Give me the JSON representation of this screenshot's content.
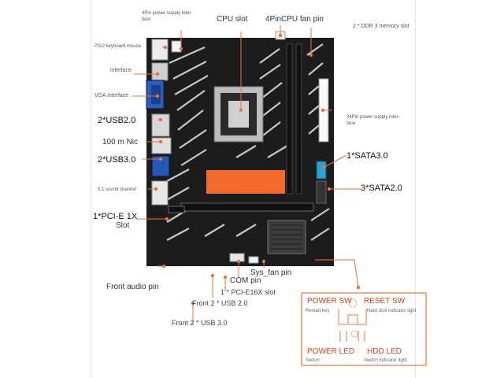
{
  "colors": {
    "accent": "#e8733a",
    "board": "#1c1c1c",
    "pcb_pattern": "#e5e5e5",
    "heat_pad": "#f26a2e",
    "legend_red": "#d9441a",
    "line": "#e8733a"
  },
  "labels": {
    "pin4_power": "4Pin power supply inter-",
    "pin4_power_2": "face",
    "cpu_slot": "CPU slot",
    "cpu_fan": "4PinCPU fan pin",
    "ddr3": "2 * DDR 3 memory slot",
    "ps2": "PS/2 keyboard mouse",
    "interface": "interface",
    "vga": "VGA interface",
    "usb20": "2*USB2.0",
    "nic": "100 m Nic",
    "usb30": "2*USB3.0",
    "sound": "5.1 sound channel",
    "pcie1x": "1*PCI-E 1X",
    "pcie1x_2": "Slot",
    "pin24_power": "24Pin power supply inter-",
    "pin24_power_2": "face",
    "sata3": "1*SATA3.0",
    "sata2": "3*SATA2.0",
    "sys_fan": "Sys_fan pin",
    "com_pin": "COM pin",
    "pcie16x": "1 * PCI-E16X slot",
    "front_audio": "Front audio pin",
    "front_usb20": "Front 2 * USB 2.0",
    "front_usb30": "Front 2 * USB 3.0"
  },
  "legend": {
    "power_sw": "POWER SW",
    "restart_key": "Restart key",
    "reset_sw": "RESET SW",
    "hdd_light": "Hard disk indicator light",
    "power_led": "POWER LED",
    "switch": "Switch",
    "hdd_led": "HDD LED",
    "switch_light": "Switch indicator light"
  }
}
